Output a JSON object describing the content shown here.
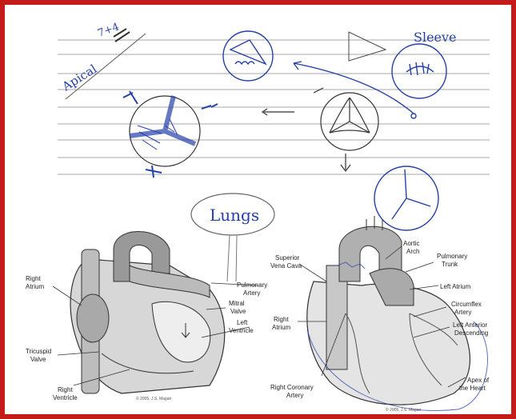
{
  "handwriting": {
    "date": "7+4",
    "apical": "Apical",
    "sleeve": "Sleeve",
    "lungs": "Lungs"
  },
  "left_heart": {
    "labels": {
      "right_atrium": [
        "Right",
        "Atrium"
      ],
      "pulmonary_artery": [
        "Pulmonary",
        "Artery"
      ],
      "mitral_valve": [
        "Mitral",
        "Valve"
      ],
      "left_ventricle": [
        "Left",
        "Ventricle"
      ],
      "tricuspid_valve": [
        "Tricuspid",
        "Valve"
      ],
      "right_ventricle": [
        "Right",
        "Ventricle"
      ]
    },
    "copyright": "© 2005, J.S. Magan"
  },
  "right_heart": {
    "labels": {
      "superior_vena_cava": [
        "Superior",
        "Vena Cava"
      ],
      "aortic_arch": [
        "Aortic",
        "Arch"
      ],
      "pulmonary_trunk": [
        "Pulmonary",
        "Trunk"
      ],
      "left_atrium": [
        "Left Atrium"
      ],
      "circumflex_artery": [
        "Circumflex",
        "Artery"
      ],
      "right_atrium": [
        "Right",
        "Atrium"
      ],
      "left_anterior_descending": [
        "Left Anterior",
        "Descending"
      ],
      "right_coronary_artery": [
        "Right Coronary",
        "Artery"
      ],
      "apex": [
        "Apex of",
        "the Heart"
      ]
    },
    "copyright": "© 2005, J.S. Magan"
  },
  "colors": {
    "frame": "#c41a1a",
    "ink": "#2540a8",
    "pencil": "#555555"
  }
}
